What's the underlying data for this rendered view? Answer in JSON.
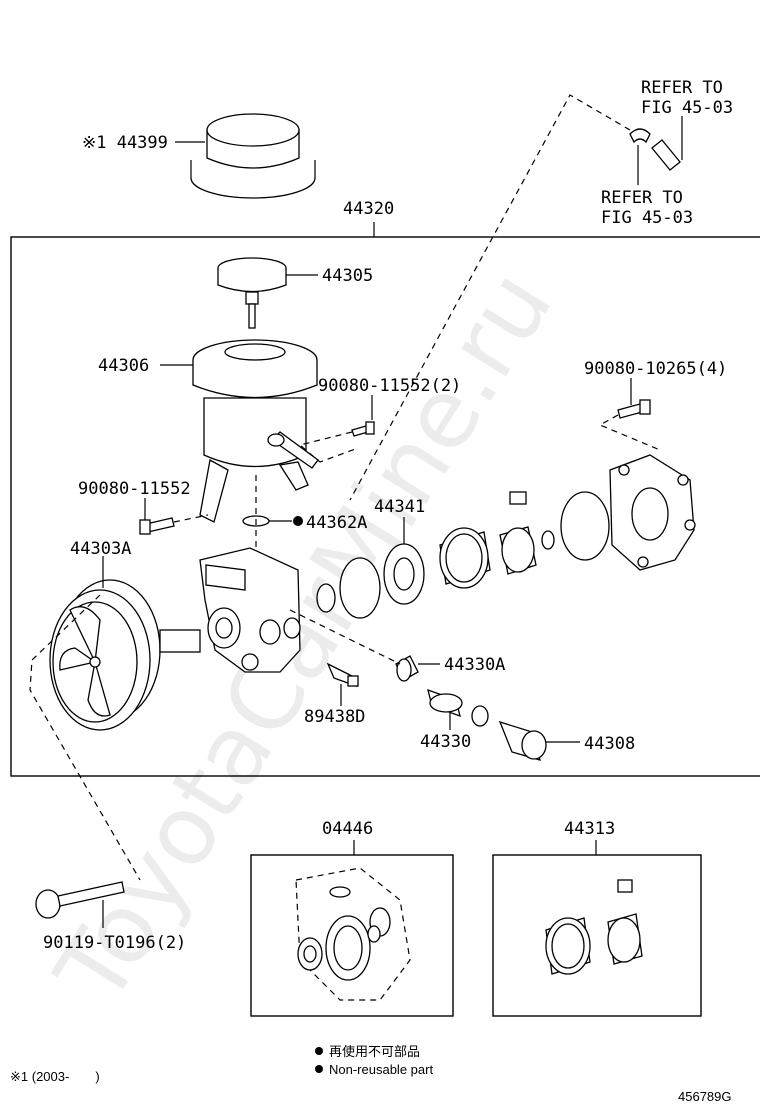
{
  "watermark": "ToyotaCarMine.ru",
  "labels": {
    "p44399": "※1 44399",
    "p44320": "44320",
    "p44305": "44305",
    "p44306": "44306",
    "p90080_11552_2": "90080-11552(2)",
    "p90080_10265_4": "90080-10265(4)",
    "p90080_11552": "90080-11552",
    "p44341": "44341",
    "p44362A": "44362A",
    "p44303A": "44303A",
    "p44330A": "44330A",
    "p89438D": "89438D",
    "p44330": "44330",
    "p44308": "44308",
    "p90119": "90119-T0196(2)",
    "p04446": "04446",
    "p44313": "44313",
    "refer_top_1": "REFER TO",
    "refer_top_2": "FIG 45-03",
    "refer_bot_1": "REFER TO",
    "refer_bot_2": "FIG 45-03"
  },
  "legend": {
    "jp": "再使用不可部品",
    "en": "Non-reusable part"
  },
  "footnote": "※1 (2003-　　)",
  "figure_id": "456789G"
}
